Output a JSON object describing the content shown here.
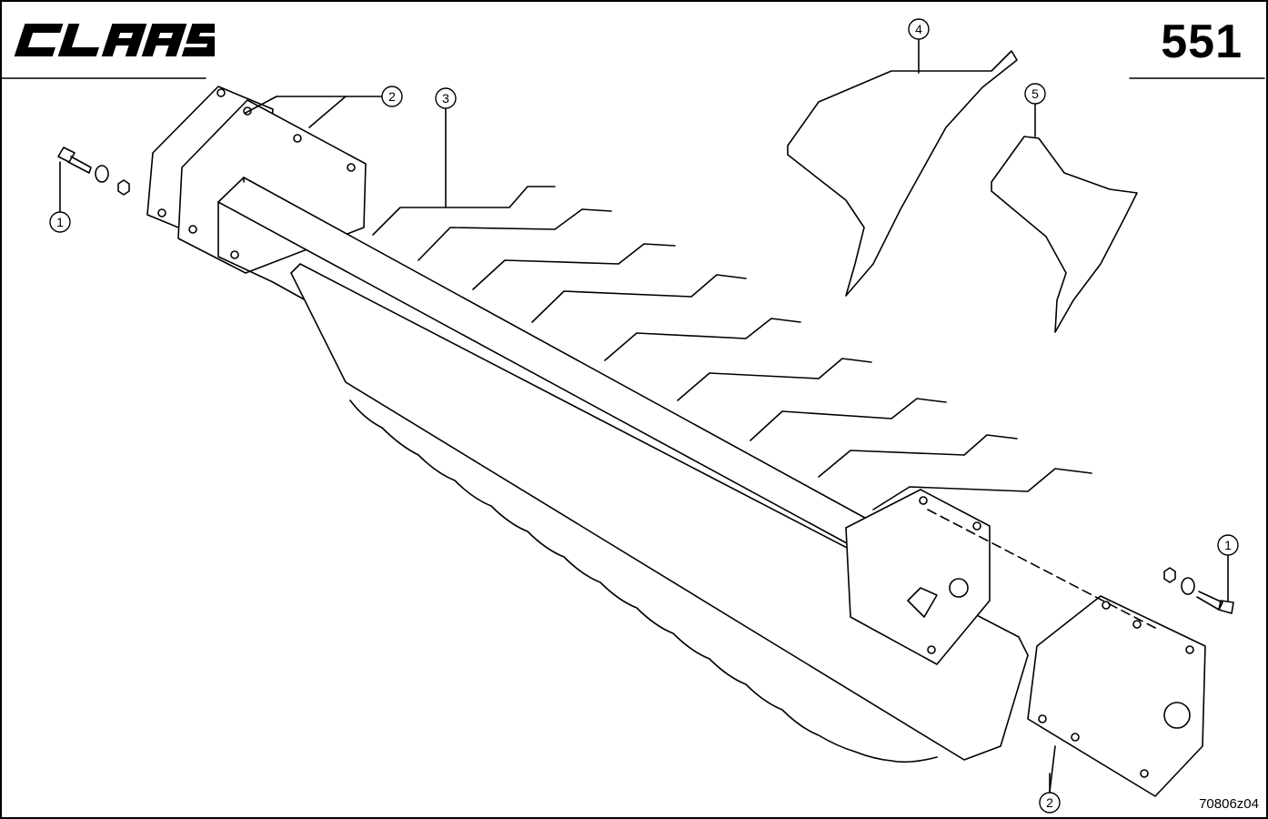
{
  "header": {
    "brand": "CLAAS",
    "page_number": "551"
  },
  "footer": {
    "drawing_id": "70806z04"
  },
  "callouts": [
    {
      "id": "callout-1-left",
      "label": "1"
    },
    {
      "id": "callout-2-top",
      "label": "2"
    },
    {
      "id": "callout-3",
      "label": "3"
    },
    {
      "id": "callout-4",
      "label": "4"
    },
    {
      "id": "callout-5",
      "label": "5"
    },
    {
      "id": "callout-1-right",
      "label": "1"
    },
    {
      "id": "callout-2-bottom",
      "label": "2"
    }
  ],
  "colors": {
    "ink": "#000000",
    "paper": "#ffffff"
  }
}
